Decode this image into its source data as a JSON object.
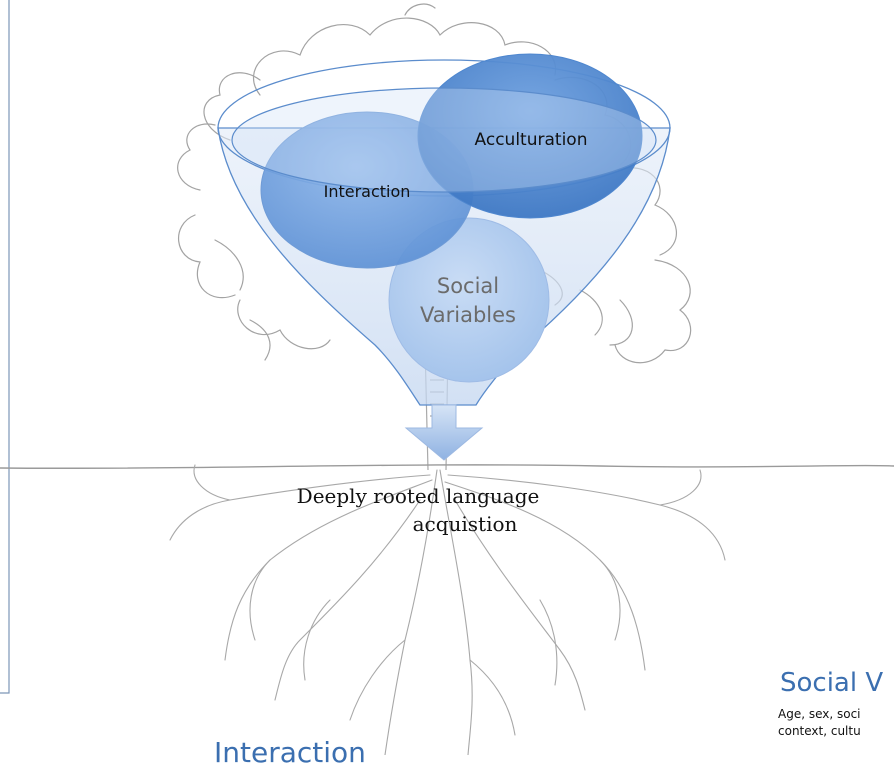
{
  "diagram": {
    "funnel_items": [
      {
        "label": "Acculturation"
      },
      {
        "label": "Interaction"
      },
      {
        "label_line1": "Social",
        "label_line2": "Variables"
      }
    ],
    "outcome_line1": "Deeply rooted language",
    "outcome_line2": "acquistion"
  },
  "side_panel": {
    "title": "Social V",
    "text_line1": "Age, sex, soci",
    "text_line2": "context, cultu"
  },
  "bottom_heading": "Interaction",
  "colors": {
    "accent": "#3b6fb0",
    "circle_dark": "#4f87cf",
    "circle_light": "#a9c6ec",
    "funnel_stroke": "#5b8ccc",
    "tree": "#9a9a9a"
  }
}
